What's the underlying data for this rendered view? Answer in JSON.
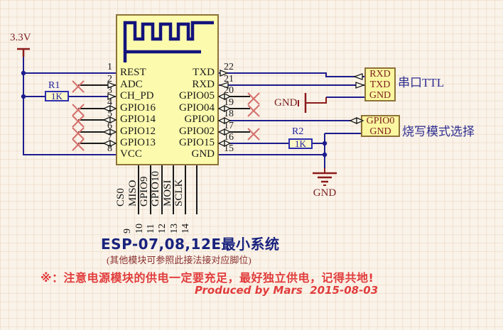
{
  "power": {
    "v33": "3.3V",
    "gnd_serial": "GND",
    "gnd_bottom": "GND"
  },
  "chip": {
    "left_pins": [
      {
        "num": "1",
        "name": "REST"
      },
      {
        "num": "2",
        "name": "ADC"
      },
      {
        "num": "3",
        "name": "CH_PD"
      },
      {
        "num": "4",
        "name": "GPIO16"
      },
      {
        "num": "5",
        "name": "GPIO14"
      },
      {
        "num": "6",
        "name": "GPIO12"
      },
      {
        "num": "7",
        "name": "GPIO13"
      },
      {
        "num": "8",
        "name": "VCC"
      }
    ],
    "right_pins": [
      {
        "num": "22",
        "name": "TXD"
      },
      {
        "num": "21",
        "name": "RXD"
      },
      {
        "num": "20",
        "name": "GPIO05"
      },
      {
        "num": "19",
        "name": "GPIO04"
      },
      {
        "num": "18",
        "name": "GPIO0"
      },
      {
        "num": "17",
        "name": "GPIO02"
      },
      {
        "num": "16",
        "name": "GPIO15"
      },
      {
        "num": "15",
        "name": "GND"
      }
    ],
    "bottom_pins": [
      {
        "num": "9",
        "name": "CS0"
      },
      {
        "num": "10",
        "name": "MISO"
      },
      {
        "num": "11",
        "name": "GPIO9"
      },
      {
        "num": "12",
        "name": "GPIO10"
      },
      {
        "num": "13",
        "name": "MOSI"
      },
      {
        "num": "14",
        "name": "SCLK"
      }
    ]
  },
  "resistors": {
    "r1": {
      "ref": "R1",
      "value": "1K"
    },
    "r2": {
      "ref": "R2",
      "value": "1K"
    }
  },
  "connectors": {
    "serial": {
      "pins": [
        "RXD",
        "TXD",
        "GND"
      ],
      "label": "串口TTL"
    },
    "flash": {
      "pins": [
        "GPIO0",
        "GND"
      ],
      "label": "烧写模式选择"
    }
  },
  "notes": {
    "title": "ESP-07,08,12E最小系统",
    "subtitle": "(其他模块可参照此接法接对应脚位)",
    "warning": "※：注意电源模块的供电一定要充足，最好独立供电，记得共地!",
    "credit": "Produced by Mars  2015-08-03"
  },
  "colors": {
    "wire_navy": "#1c1c8e",
    "stub_black": "#1a1a1a",
    "symbol_maroon": "#8b1a1a",
    "chip_fill": "#fcfaad",
    "chip_border": "#8d7337",
    "warning_red": "#e13c3c",
    "no_connect_x": "#d4706c"
  }
}
